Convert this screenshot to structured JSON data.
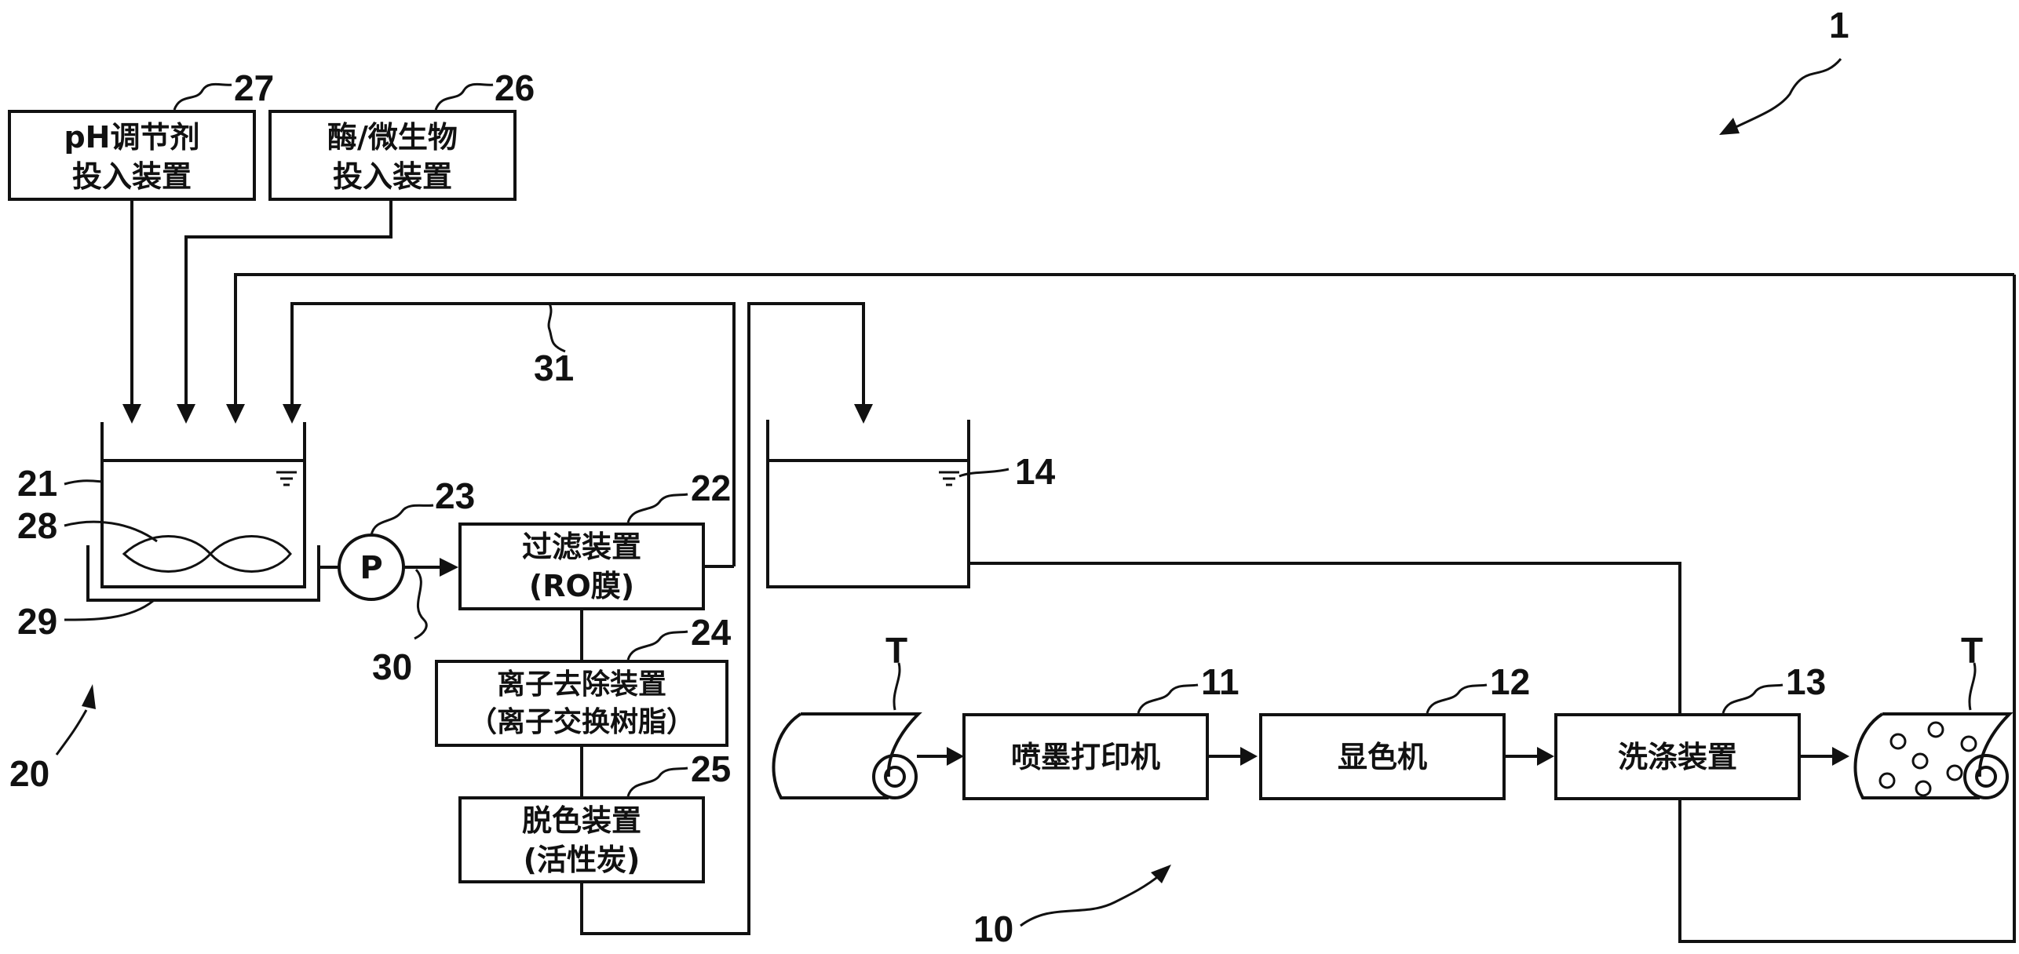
{
  "figure_number": "1",
  "devices": {
    "ph_adjuster": {
      "ref": "27",
      "line1": "pH调节剂",
      "line2": "投入装置"
    },
    "enzyme_microbe": {
      "ref": "26",
      "line1": "酶/微生物",
      "line2": "投入装置"
    },
    "filtration": {
      "ref": "22",
      "line1": "过滤装置",
      "line2": "(RO膜)"
    },
    "ion_removal": {
      "ref": "24",
      "line1": "离子去除装置",
      "line2": "（离子交换树脂）"
    },
    "decolor": {
      "ref": "25",
      "line1": "脱色装置",
      "line2": "(活性炭)"
    },
    "inkjet_printer": {
      "ref": "11",
      "label": "喷墨打印机"
    },
    "developer": {
      "ref": "12",
      "label": "显色机"
    },
    "washing": {
      "ref": "13",
      "label": "洗涤装置"
    }
  },
  "components": {
    "pump": {
      "ref": "23",
      "symbol": "P"
    },
    "tank": {
      "ref": "21"
    },
    "stirrer": {
      "ref": "28"
    },
    "heater": {
      "ref": "29"
    },
    "pipe_30": {
      "ref": "30"
    },
    "pipe_31": {
      "ref": "31"
    },
    "water_tank": {
      "ref": "14"
    },
    "fabric_in": {
      "ref": "T"
    },
    "fabric_out": {
      "ref": "T"
    }
  },
  "systems": {
    "treatment_system": {
      "ref": "20"
    },
    "printing_system": {
      "ref": "10"
    }
  }
}
